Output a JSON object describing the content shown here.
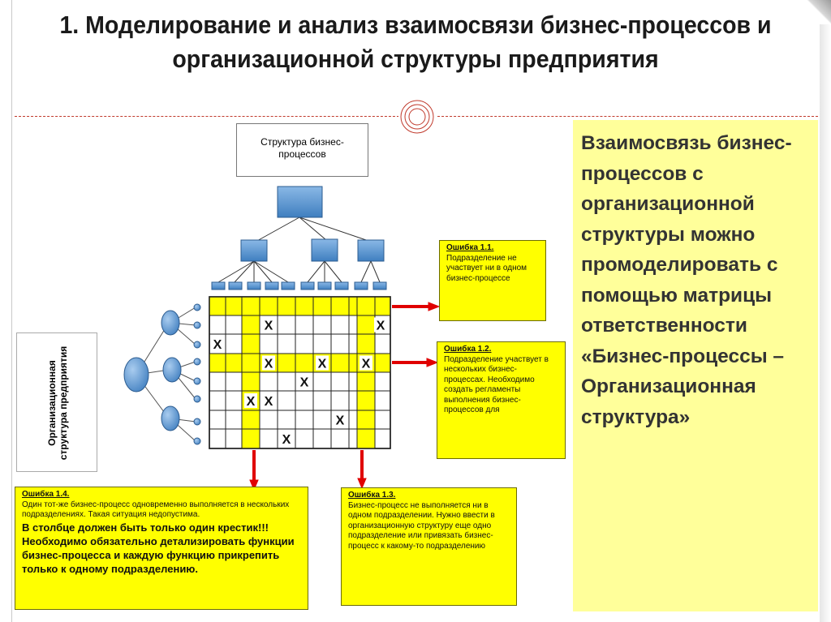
{
  "slide": {
    "title": "1. Моделирование и анализ взаимосвязи бизнес-процессов и организационной структуры предприятия"
  },
  "diagram": {
    "bp_box_label": "Структура бизнес-процессов",
    "org_box_label": "Организационная структура предприятия",
    "matrix_marks": [
      {
        "row": 1,
        "col": 3,
        "text": "X"
      },
      {
        "row": 1,
        "col": 10,
        "text": "X"
      },
      {
        "row": 2,
        "col": 0,
        "text": "X"
      },
      {
        "row": 3,
        "col": 3,
        "text": "X"
      },
      {
        "row": 3,
        "col": 6,
        "text": "X"
      },
      {
        "row": 3,
        "col": 9,
        "text": "X"
      },
      {
        "row": 4,
        "col": 5,
        "text": "X"
      },
      {
        "row": 5,
        "col": 2,
        "text": "X"
      },
      {
        "row": 5,
        "col": 3,
        "text": "X"
      },
      {
        "row": 6,
        "col": 7,
        "text": "X"
      },
      {
        "row": 7,
        "col": 4,
        "text": "X"
      }
    ],
    "colors": {
      "matrix_yellow": "#ffff00",
      "arrow_red": "#e00000",
      "node_blue": "#5b9bd5"
    }
  },
  "errors": {
    "e1": {
      "title": "Ошибка 1.1.",
      "body": "Подразделение не участвует ни в одном бизнес-процессе"
    },
    "e2": {
      "title": "Ошибка 1.2.",
      "body": "Подразделение участвует в нескольких бизнес-процессах. Необходимо создать регламенты выполнения бизнес-процессов для"
    },
    "e3": {
      "title": "Ошибка 1.3.",
      "body": "Бизнес-процесс не выполняется ни в одном подразделении. Нужно ввести в организационную структуру еще одно подразделение или привязать бизнес-процесс к какому-то подразделению"
    },
    "e4": {
      "title": "Ошибка 1.4.",
      "body": "Один тот-же бизнес-процесс одновременно выполняется в нескольких подразделениях. Такая ситуация недопустима.",
      "emphasis": "В столбце должен быть только один крестик!!! Необходимо обязательно детализировать функции бизнес-процесса и каждую функцию прикрепить только к одному подразделению."
    }
  },
  "panel": {
    "text": "Взаимосвязь бизнес-процессов с организационной структуры можно промоделировать с помощью матрицы ответственности «Бизнес-процессы – Организационная структура»"
  }
}
